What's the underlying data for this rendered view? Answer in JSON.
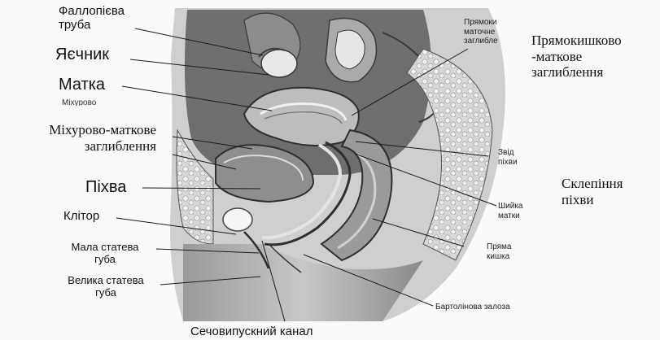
{
  "labels": {
    "fallopian_tube": "Фаллопієва\nтруба",
    "ovary": "Яєчник",
    "uterus": "Матка",
    "cut_text": "Міхурово",
    "vesicouterine_pouch": "Міхурово-маткове\nзаглиблення",
    "vagina": "Піхва",
    "clitoris": "Клітор",
    "labia_minora": "Мала статева\nгуба",
    "labia_majora": "Велика статева\nгуба",
    "urethra": "Сечовипускний канал",
    "rectouterine_small": "Прямоки\nматочне\nзаглибле",
    "rectouterine_large": "Прямокишково\n-маткове\nзаглиблення",
    "vaginal_vault": "Звід\nпіхви",
    "vaginal_fornix": "Склепіння\nпіхви",
    "cervix": "Шийка\nматки",
    "rectum": "Пряма\nкишка",
    "bartholin_gland": "Бартолінова залоза"
  },
  "colors": {
    "background": "#fbfaf8",
    "leader_line": "#1a1a1a",
    "illustration_dark": "#3a3a3a",
    "illustration_light": "#d9d9d9"
  }
}
